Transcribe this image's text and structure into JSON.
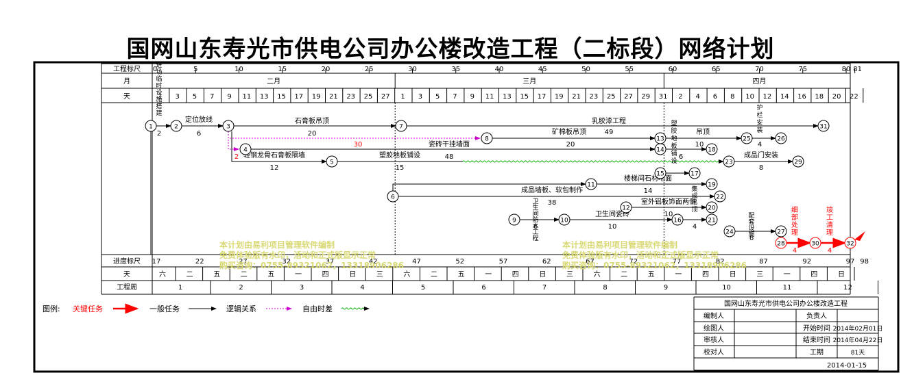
{
  "title": "国网山东寿光市供电公司办公楼改造工程（二标段）网络计划",
  "colors": {
    "critical": "#ff0000",
    "normal": "#000000",
    "logic": "#000000",
    "float": "#cc00cc",
    "wave": "#00aa00",
    "watermark": "#d9d976"
  },
  "scale_rows": {
    "top_label": "工程标尺",
    "top_start": "0",
    "top_ticks": [
      "5",
      "10",
      "15",
      "20",
      "25",
      "30",
      "35",
      "40",
      "45",
      "50",
      "55",
      "60",
      "65",
      "70",
      "75",
      "80",
      "81"
    ],
    "month_label": "月",
    "months": [
      "二月",
      "三月",
      "四月"
    ],
    "day_label": "天",
    "days": [
      "1",
      "3",
      "5",
      "7",
      "9",
      "11",
      "13",
      "15",
      "17",
      "19",
      "21",
      "23",
      "25",
      "27",
      "1",
      "3",
      "5",
      "7",
      "9",
      "11",
      "13",
      "15",
      "17",
      "19",
      "21",
      "23",
      "25",
      "27",
      "29",
      "31",
      "2",
      "4",
      "6",
      "8",
      "10",
      "12",
      "14",
      "16",
      "18",
      "20",
      "22"
    ],
    "progress_label": "进度标尺",
    "progress_ticks": [
      "17",
      "22",
      "27",
      "32",
      "37",
      "42",
      "47",
      "52",
      "57",
      "62",
      "67",
      "72",
      "77",
      "82",
      "87",
      "92",
      "97",
      "98"
    ],
    "weekday_label": "天",
    "weekdays": [
      "六",
      "二",
      "五",
      "二",
      "五",
      "一",
      "四",
      "日",
      "三",
      "六",
      "二",
      "五",
      "一",
      "四",
      "日",
      "三",
      "六",
      "二",
      "五",
      "一",
      "四",
      "日",
      "三",
      "一",
      "四",
      "日"
    ],
    "week_label": "工程周",
    "weeks": [
      "1",
      "2",
      "3",
      "4",
      "5",
      "6",
      "7",
      "8",
      "9",
      "10",
      "11",
      "12"
    ]
  },
  "tasks": [
    {
      "label": "进场临时设施搭建",
      "duration": "2"
    },
    {
      "label": "定位放线",
      "duration": "6"
    },
    {
      "label": "石膏板吊顶",
      "duration": "20"
    },
    {
      "label": "乳胶漆工程",
      "duration": ""
    },
    {
      "label": "矿棉板吊顶",
      "duration": "49"
    },
    {
      "label": "瓷砖干挂墙面",
      "duration": "20"
    },
    {
      "label": "轻钢龙骨石膏板隔墙",
      "duration": "12"
    },
    {
      "label": "塑胶地板铺设",
      "duration": "15"
    },
    {
      "label": "",
      "duration": "48"
    },
    {
      "label": "",
      "duration": "30"
    },
    {
      "label": "",
      "duration": "2"
    },
    {
      "label": "楼梯间石材地面",
      "duration": "14"
    },
    {
      "label": "成品墙板、软包制作",
      "duration": "38"
    },
    {
      "label": "卫生间防水工程",
      "duration": "6"
    },
    {
      "label": "卫生间瓷砖",
      "duration": "10"
    },
    {
      "label": "室外铝板饰面两侧",
      "duration": "10"
    },
    {
      "label": "配套设施",
      "duration": "6"
    },
    {
      "label": "成品门安装",
      "duration": "8"
    },
    {
      "label": "护栏安装",
      "duration": "4"
    },
    {
      "label": "吊顶",
      "duration": "10"
    },
    {
      "label": "塑胶地板铺设",
      "duration": "6"
    },
    {
      "label": "细部处理",
      "duration": "4"
    },
    {
      "label": "竣工清理",
      "duration": "4"
    }
  ],
  "node_ids": [
    "1",
    "2",
    "3",
    "4",
    "5",
    "6",
    "7",
    "8",
    "9",
    "10",
    "11",
    "12",
    "13",
    "14",
    "15",
    "16",
    "17",
    "18",
    "19",
    "20",
    "21",
    "22",
    "23",
    "24",
    "25",
    "26",
    "27",
    "28",
    "29",
    "30",
    "31",
    "32"
  ],
  "watermark": [
    "本计划由易利项目管理软件编制",
    "免费体验版有水印，活动和正式版显示正常",
    "购买咨询：0755-89321062，13318906286"
  ],
  "legend": {
    "label": "图例:",
    "critical": "关键任务",
    "normal": "一般任务",
    "logic": "逻辑关系",
    "float": "自由时差"
  },
  "info_table": {
    "header": "国网山东寿光市供电公司办公楼改造工程",
    "rows": [
      [
        "编制人",
        "",
        "负责人",
        ""
      ],
      [
        "绘图人",
        "",
        "开始时间",
        "2014年02月01日"
      ],
      [
        "审核人",
        "",
        "结束时间",
        "2014年04月22日"
      ],
      [
        "校对人",
        "",
        "工期",
        "81天"
      ]
    ],
    "date": "2014-01-15"
  }
}
